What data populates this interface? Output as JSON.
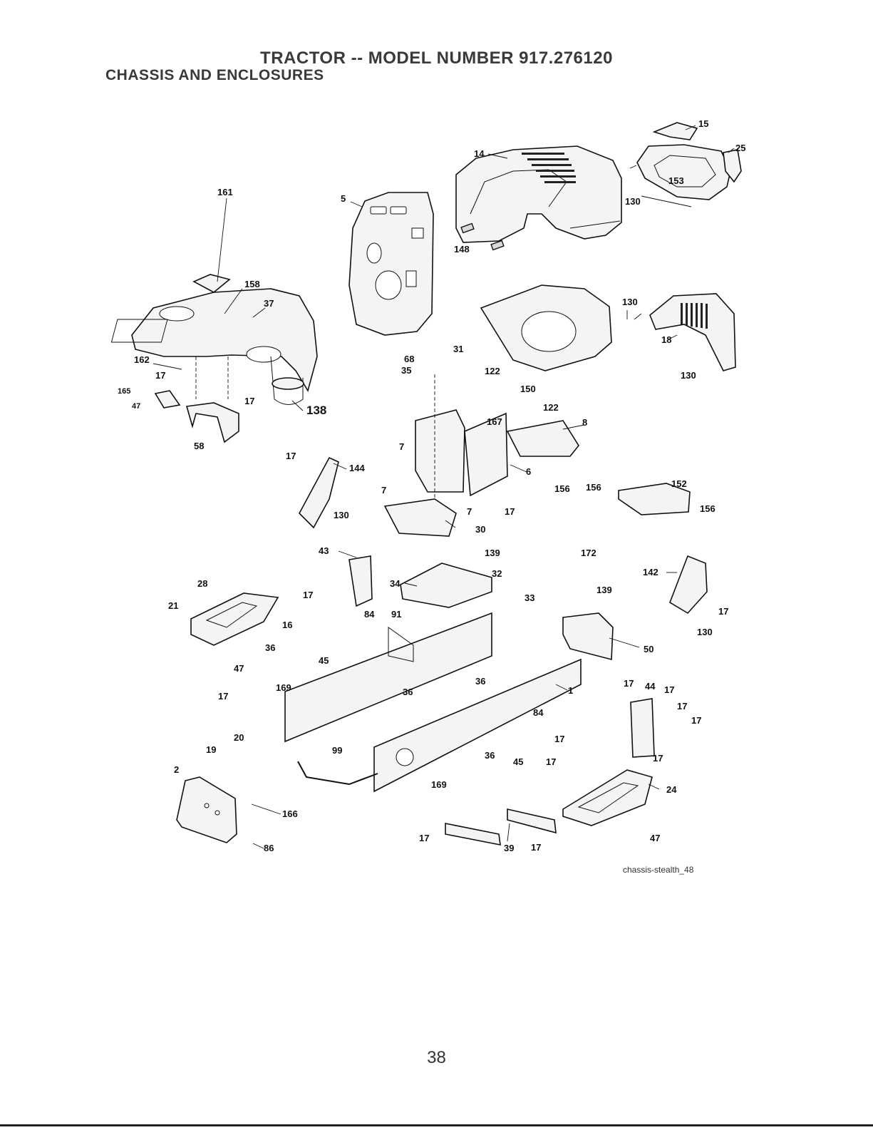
{
  "header": {
    "title": "TRACTOR -- MODEL NUMBER 917.276120",
    "subtitle": "CHASSIS AND ENCLOSURES"
  },
  "diagram": {
    "reference_code": "chassis-stealth_48",
    "callouts": [
      "1",
      "2",
      "5",
      "6",
      "7",
      "8",
      "14",
      "15",
      "16",
      "17",
      "18",
      "19",
      "20",
      "21",
      "24",
      "25",
      "28",
      "30",
      "31",
      "32",
      "33",
      "34",
      "35",
      "36",
      "37",
      "39",
      "43",
      "44",
      "45",
      "47",
      "50",
      "58",
      "68",
      "84",
      "86",
      "91",
      "99",
      "122",
      "130",
      "138",
      "139",
      "142",
      "144",
      "148",
      "150",
      "152",
      "153",
      "156",
      "158",
      "161",
      "162",
      "165",
      "166",
      "167",
      "169",
      "172"
    ]
  },
  "footer": {
    "page_number": "38"
  }
}
